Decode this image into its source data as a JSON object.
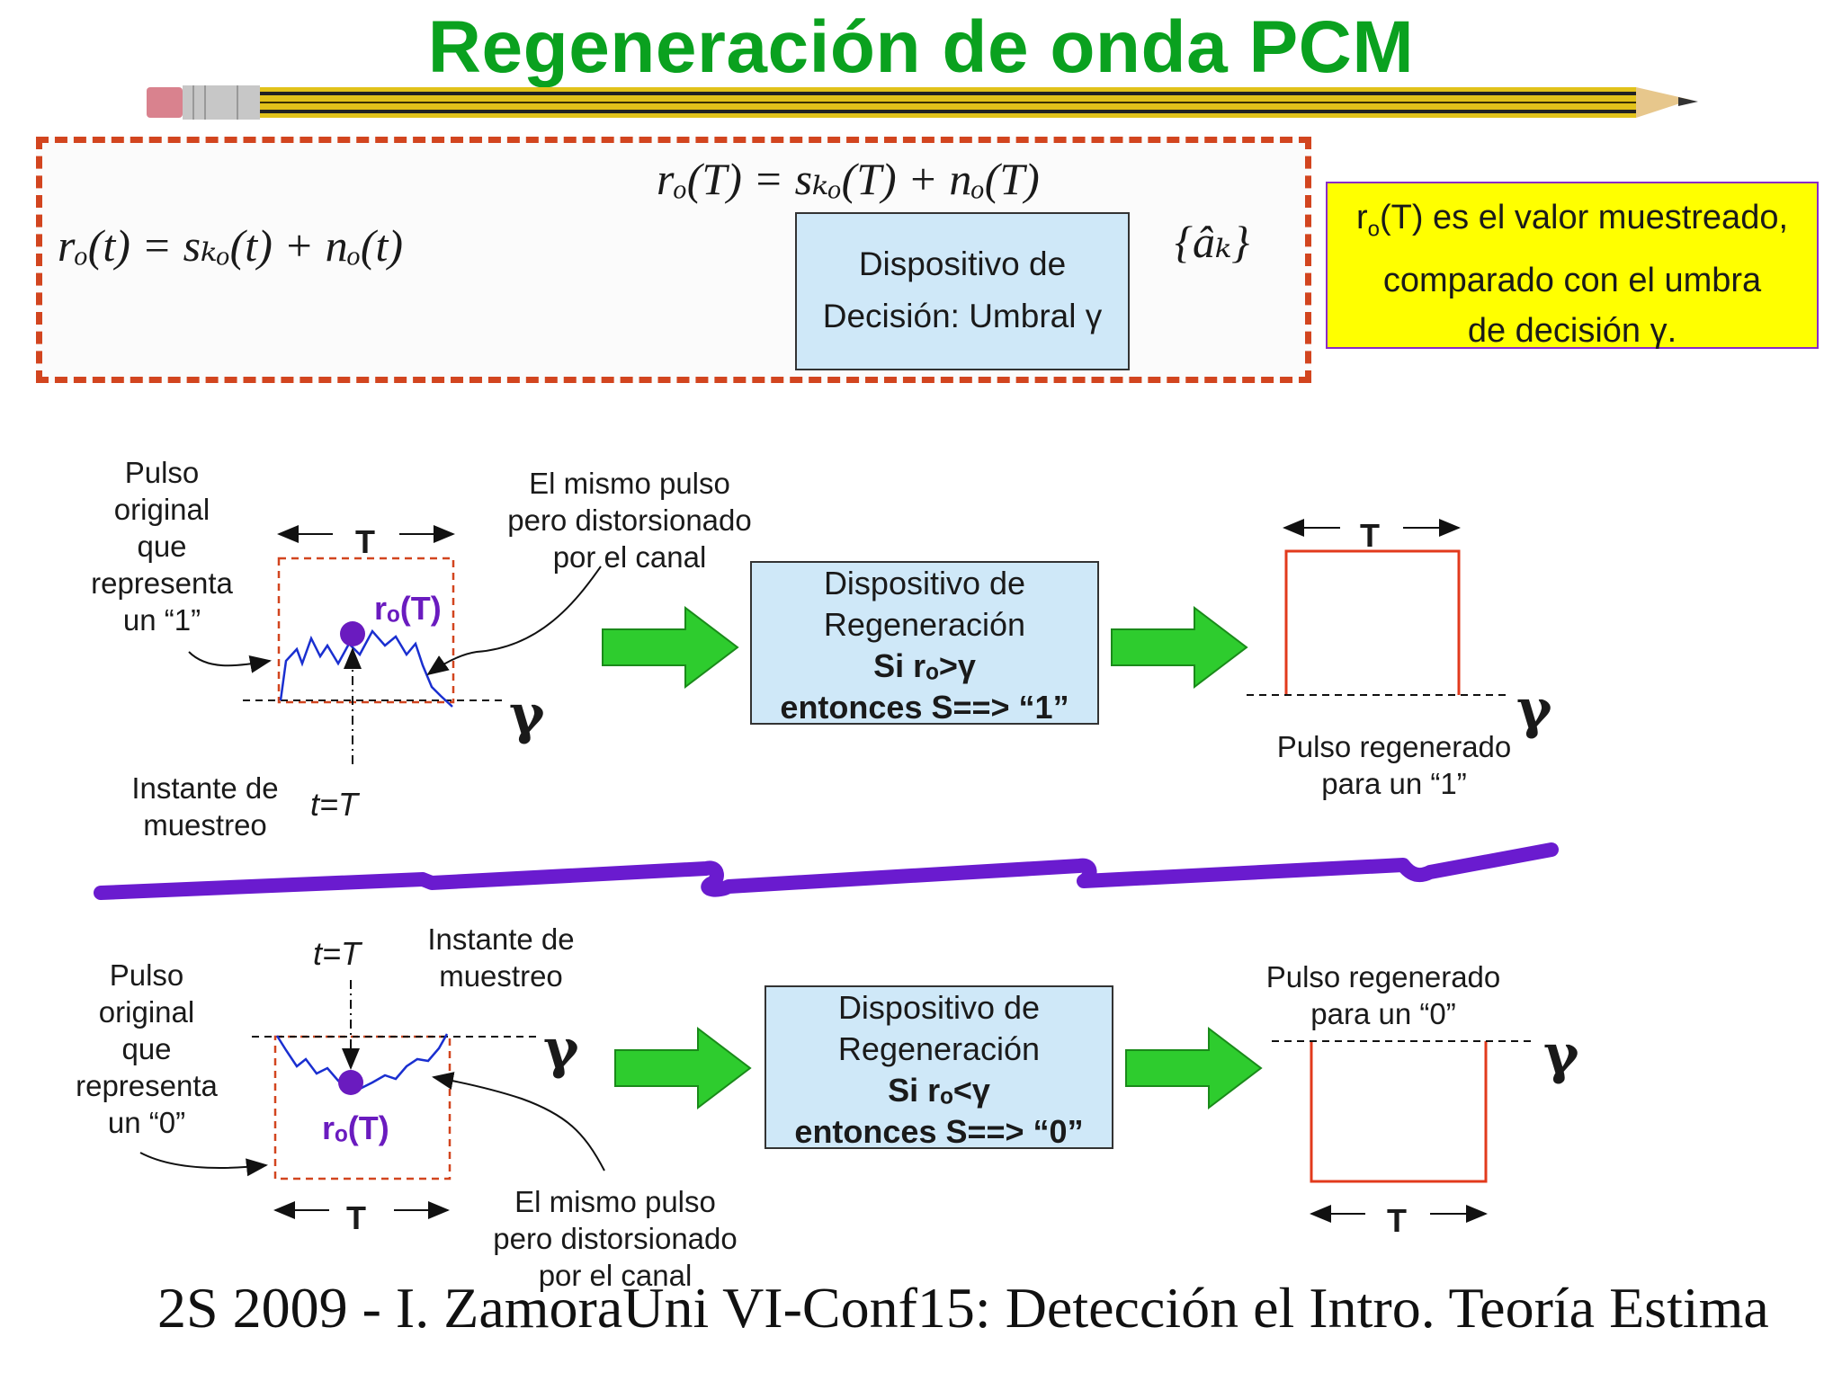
{
  "title": "Regeneración de onda PCM",
  "top": {
    "eq_input": "rₒ(t) = sₖₒ(t) + nₒ(t)",
    "eq_sample": "rₒ(T) = sₖₒ(T) + nₒ(T)",
    "output_symbol": "{âₖ}",
    "decision_box_line1": "Dispositivo de",
    "decision_box_line2": "Decisión: Umbral γ",
    "note_line1_sub": "o",
    "note_line1": "(T) es el valor muestreado,",
    "note_line2": "comparado con el umbra",
    "note_line3": "de decisión γ."
  },
  "case_one": {
    "label_original": [
      "Pulso",
      "original",
      "que",
      "representa",
      "un “1”"
    ],
    "label_distorted": [
      "El mismo pulso",
      "pero distorsionado",
      "por el canal"
    ],
    "period": "T",
    "sample_label": "rₒ(T)",
    "gamma": "γ",
    "instant_label": [
      "Instante de",
      "muestreo"
    ],
    "t_eq": "t=T",
    "box": [
      "Dispositivo de",
      "Regeneración",
      "Si rₒ>γ",
      "entonces S==> “1”"
    ],
    "regen_label": [
      "Pulso regenerado",
      "para un “1”"
    ]
  },
  "case_zero": {
    "label_original": [
      "Pulso",
      "original",
      "que",
      "representa",
      "un “0”"
    ],
    "label_distorted": [
      "El mismo pulso",
      "pero distorsionado",
      "por el canal"
    ],
    "period": "T",
    "sample_label": "rₒ(T)",
    "gamma": "γ",
    "instant_label": [
      "Instante de",
      "muestreo"
    ],
    "t_eq": "t=T",
    "box": [
      "Dispositivo de",
      "Regeneración",
      "Si rₒ<γ",
      "entonces S==> “0”"
    ],
    "regen_label": [
      "Pulso regenerado",
      "para un “0”"
    ]
  },
  "footer": "2S 2009 - I. ZamoraUni VI-Conf15: Detección el Intro. Teoría Estima",
  "colors": {
    "title": "#0aa11f",
    "dashed_frame": "#d2451f",
    "box_fill": "#cfe8f8",
    "arrow_green": "#2ecc2e",
    "divider": "#6a1bcf",
    "note_fill": "#ffff00"
  }
}
